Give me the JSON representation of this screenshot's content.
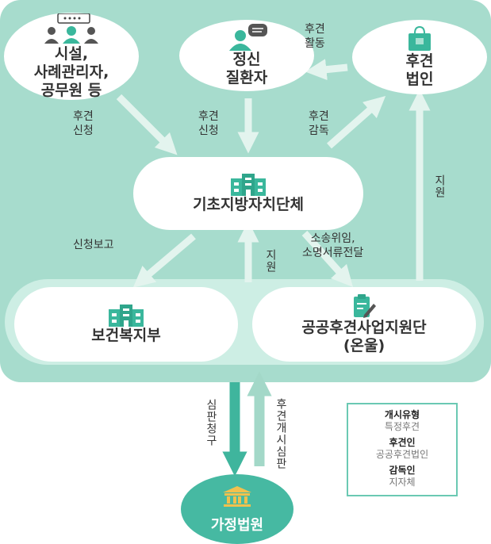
{
  "nodes": {
    "facility": "시설,\n사례관리자,\n공무원 등",
    "patient": "정신\n질환자",
    "guardian_corp": "후견\n법인",
    "local_gov": "기초지방자치단체",
    "health_office": "보건복지부",
    "support_team": "공공후견사업지원단\n(온울)",
    "court": "가정법원"
  },
  "edges": {
    "guardian_activity": "후견\n활동",
    "apply_left": "후견\n신청",
    "apply_center": "후견\n신청",
    "supervise": "후견\n감독",
    "support_right": "지원",
    "apply_report": "신청보고",
    "support_center": "지원",
    "delegate": "소송위임,\n소명서류전달",
    "petition": "심판청구",
    "start_trial": "후견개시심판"
  },
  "legend": {
    "type_key": "개시유형",
    "type_val": "특정후견",
    "guardian_key": "후견인",
    "guardian_val": "공공후견법인",
    "supervisor_key": "감독인",
    "supervisor_val": "지자체"
  },
  "colors": {
    "panel": "#a7dccd",
    "accent": "#46b9a2",
    "arrow": "#e2f3ed",
    "icon": "#3ab79c"
  }
}
